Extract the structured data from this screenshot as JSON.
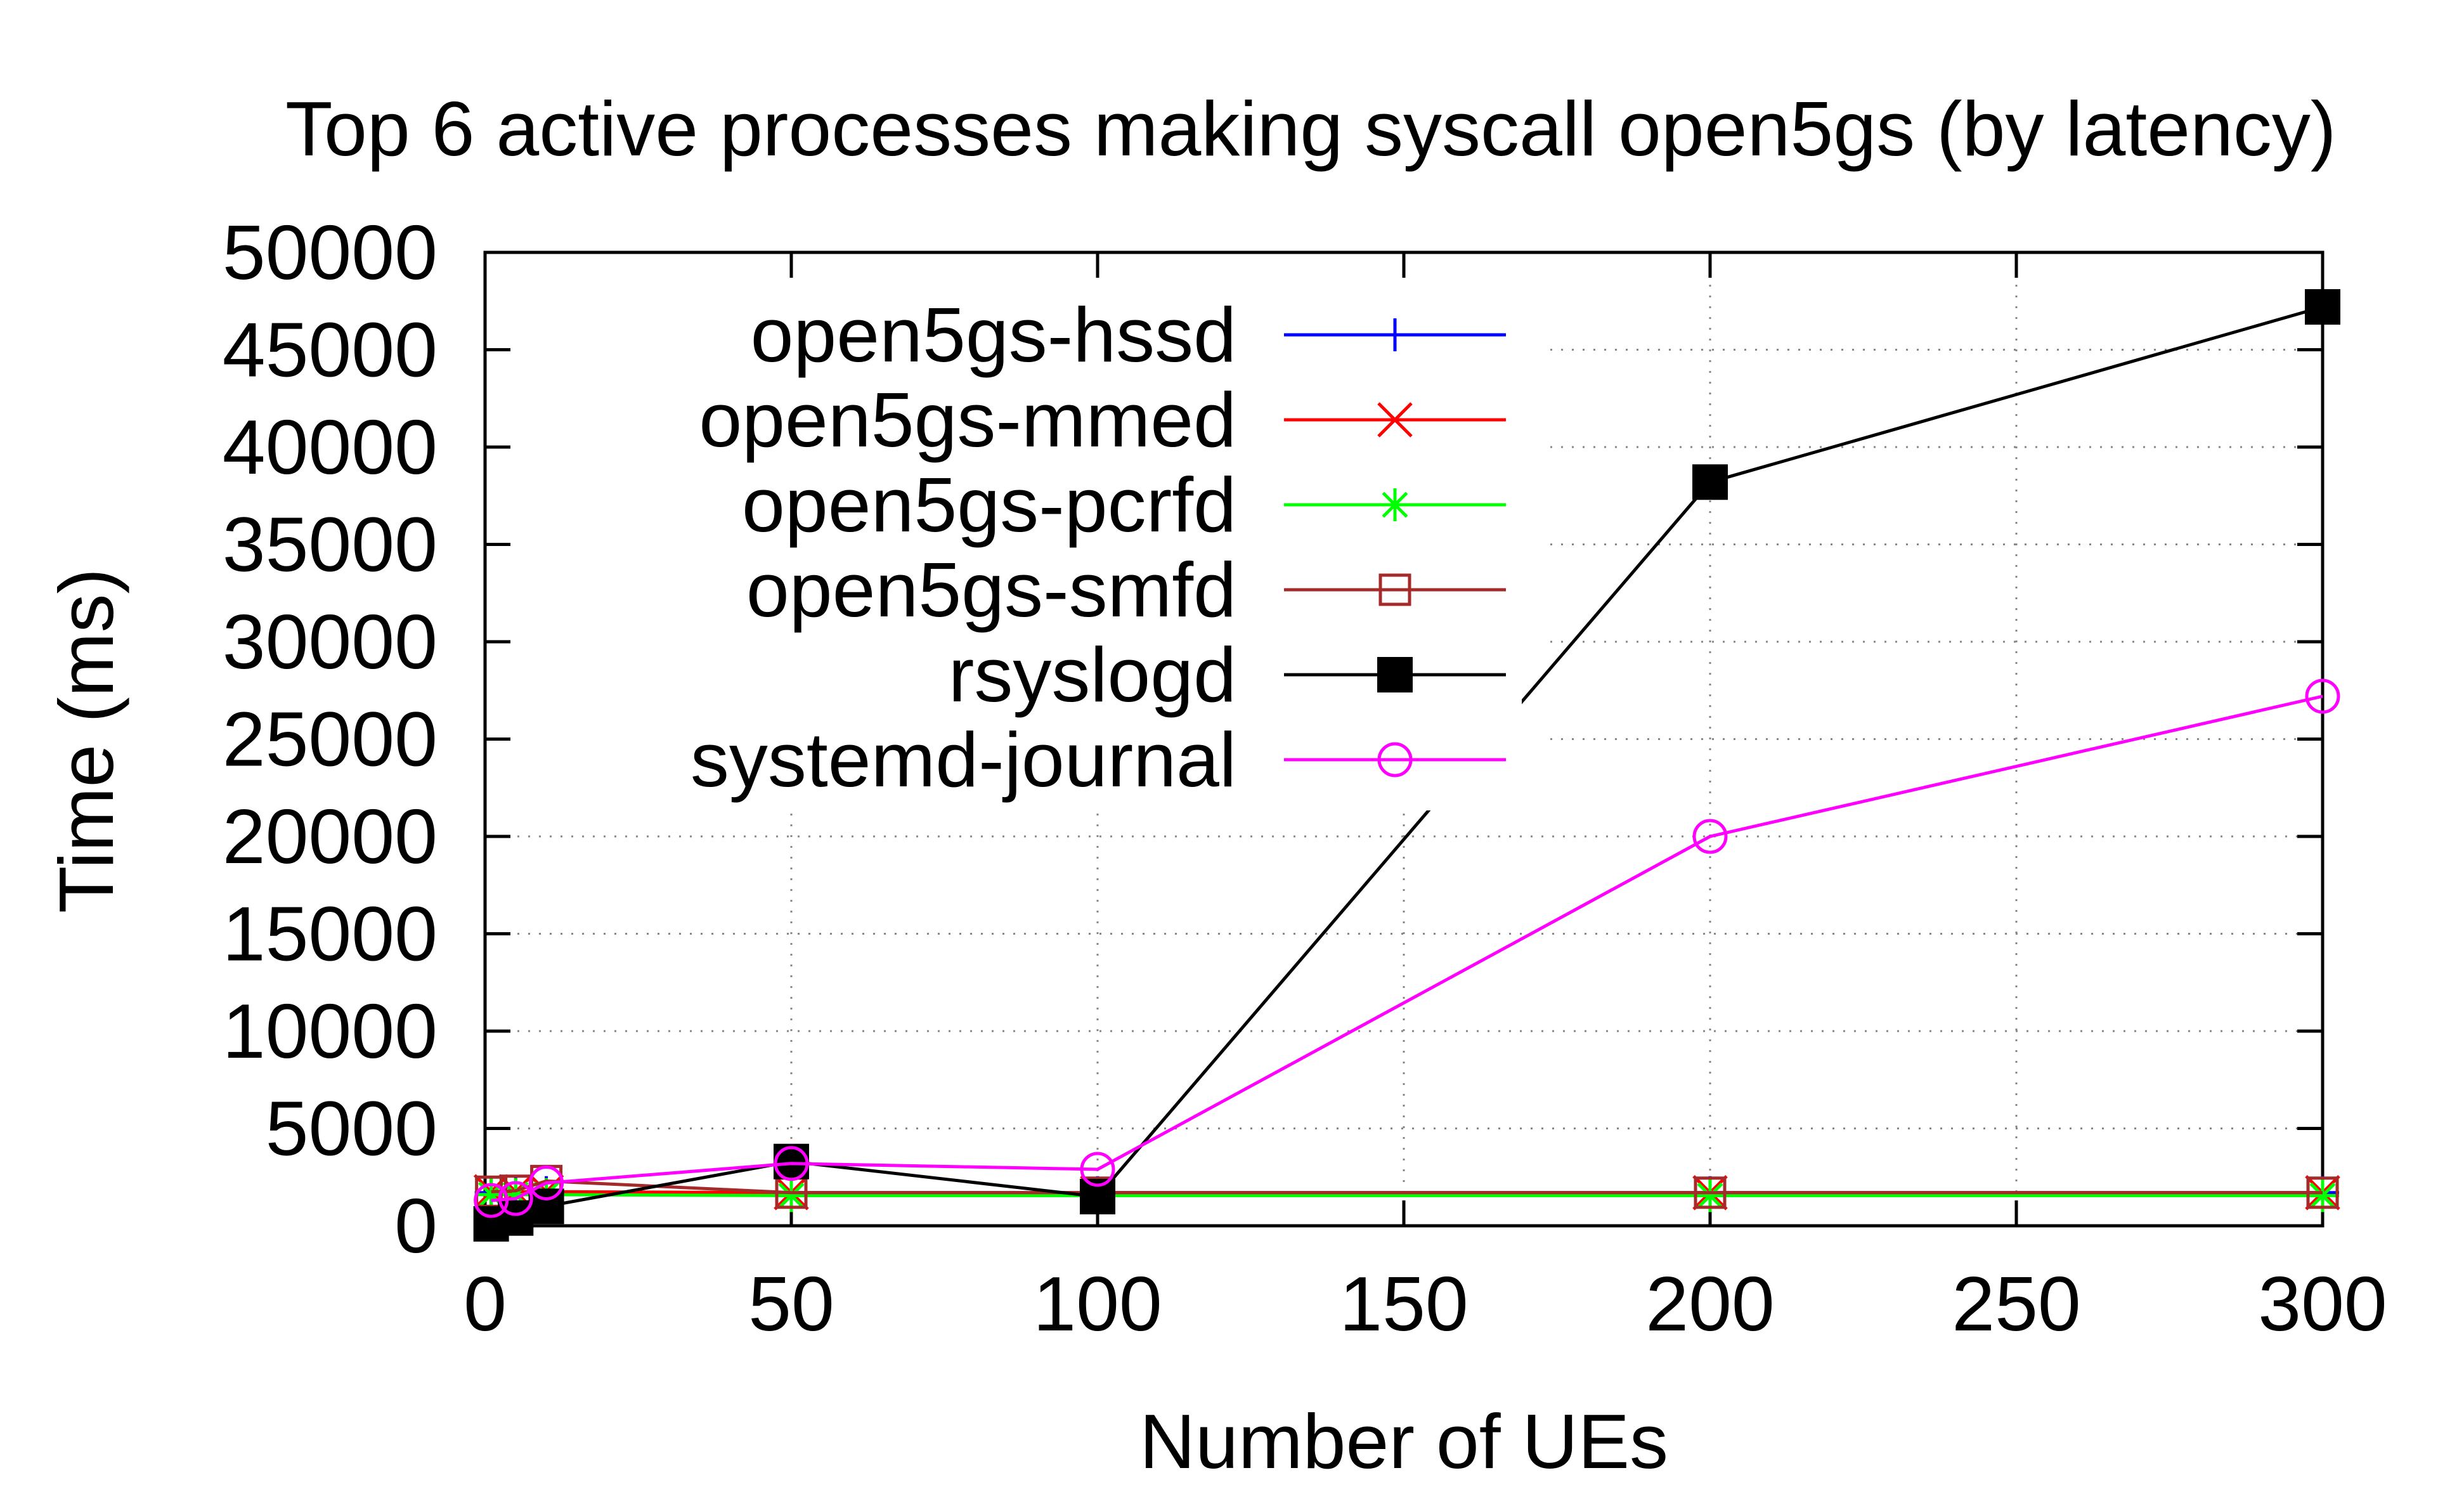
{
  "chart_data": {
    "type": "line",
    "title": "Top 6 active processes making syscall open5gs (by latency)",
    "xlabel": "Number of UEs",
    "ylabel": "Time (ms)",
    "xlim": [
      0,
      300
    ],
    "ylim": [
      0,
      50000
    ],
    "xticks": [
      0,
      50,
      100,
      150,
      200,
      250,
      300
    ],
    "yticks": [
      0,
      5000,
      10000,
      15000,
      20000,
      25000,
      30000,
      35000,
      40000,
      45000,
      50000
    ],
    "grid": true,
    "legend_position": "top-left",
    "x": [
      1,
      5,
      10,
      50,
      100,
      200,
      300
    ],
    "series": [
      {
        "name": "open5gs-hssd",
        "color": "#0000ff",
        "marker": "plus",
        "values": [
          1700,
          1700,
          1700,
          1700,
          1700,
          1700,
          1700
        ]
      },
      {
        "name": "open5gs-mmed",
        "color": "#ff0000",
        "marker": "cross",
        "values": [
          1750,
          1750,
          1750,
          1700,
          1700,
          1700,
          1700
        ]
      },
      {
        "name": "open5gs-pcrfd",
        "color": "#00ff00",
        "marker": "star",
        "values": [
          1600,
          1600,
          1600,
          1550,
          1550,
          1550,
          1550
        ]
      },
      {
        "name": "open5gs-smfd",
        "color": "#a52a2a",
        "marker": "open-square",
        "values": [
          1750,
          1800,
          2300,
          1700,
          1700,
          1700,
          1700
        ]
      },
      {
        "name": "rsyslogd",
        "color": "#000000",
        "marker": "filled-square",
        "values": [
          100,
          400,
          1000,
          3300,
          1500,
          38200,
          47200
        ]
      },
      {
        "name": "systemd-journal",
        "color": "#ff00ff",
        "marker": "open-circle",
        "values": [
          1300,
          1400,
          2200,
          3200,
          2900,
          20000,
          27200
        ]
      }
    ]
  }
}
